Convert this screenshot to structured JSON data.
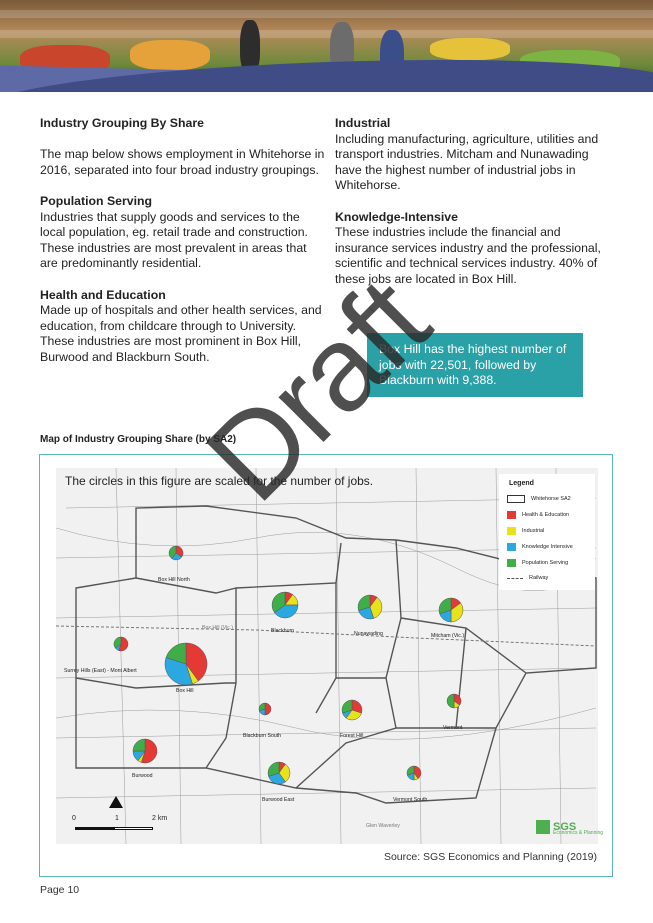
{
  "left_column": {
    "section1_title": "Industry Grouping By Share",
    "section1_body": "The map below shows employment in Whitehorse in 2016, separated into four broad industry groupings.",
    "section2_title": "Population Serving",
    "section2_body": "Industries that supply goods and services to the local population, eg. retail trade and construction. These industries are most prevalent in areas that are predominantly residential.",
    "section3_title": "Health and Education",
    "section3_body": "Made up of hospitals and other health services, and education, from childcare through to University. These industries are most prominent in Box Hill, Burwood and Blackburn South."
  },
  "right_column": {
    "section1_title": "Industrial",
    "section1_body": "Including manufacturing, agriculture, utilities and transport industries. Mitcham and Nunawading have the highest number of industrial jobs in Whitehorse.",
    "section2_title": "Knowledge-Intensive",
    "section2_body": "These industries include the financial and insurance services industry and the professional, scientific and technical services industry. 40% of these jobs are located in Box Hill."
  },
  "callout": "Box Hill has the highest number of jobs with 22,501, followed by Blackburn with 9,388.",
  "map": {
    "title": "Map of Industry Grouping Share (by SA2)",
    "caption": "The circles in this figure are scaled for the number of jobs.",
    "legend_title": "Legend",
    "legend_items": [
      "Whitehorse SA2",
      "Health & Education",
      "Industrial",
      "Knowledge Intensive",
      "Population Serving",
      "Railway"
    ],
    "colors": {
      "health": "#e53935",
      "industrial": "#e8e21a",
      "knowledge": "#2ba8e0",
      "population": "#3fae49"
    },
    "places": [
      "Box Hill North",
      "Surrey Hills (East) - Mont Albert",
      "Box Hill",
      "Blackburn",
      "Nunawading",
      "Mitcham (Vic.)",
      "Blackburn South",
      "Forest Hill",
      "Vermont",
      "Burwood",
      "Burwood East",
      "Vermont South"
    ],
    "road_labels": [
      "Box Hill (Vic.)",
      "Glen Waverley"
    ],
    "scale_labels": [
      "0",
      "1",
      "2 km"
    ],
    "logo": "SGS",
    "logo_sub": "Economics & Planning",
    "source": "Source: SGS Economics and Planning (2019)"
  },
  "watermark": "Draft",
  "footer": "Page 10"
}
